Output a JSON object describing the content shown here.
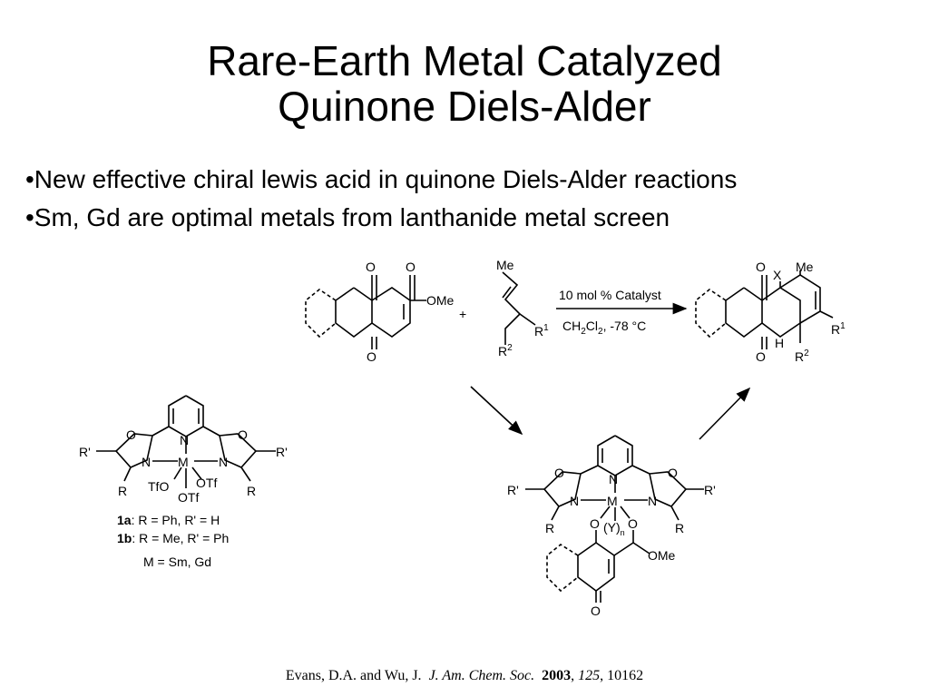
{
  "slide": {
    "title_line1": "Rare-Earth Metal Catalyzed",
    "title_line2": "Quinone Diels-Alder",
    "bullets": [
      "•New effective chiral lewis acid in quinone Diels-Alder reactions",
      "•Sm, Gd are optimal metals from lanthanide metal screen"
    ]
  },
  "reaction": {
    "reagent": "10 mol % Catalyst",
    "conditions": "CH2Cl2, -78 °C",
    "plus": "+"
  },
  "labels": {
    "O": "O",
    "OMe": "OMe",
    "Me": "Me",
    "R": "R",
    "R1": "R1",
    "R2": "R2",
    "X": "X",
    "H": "H",
    "N": "N",
    "M": "M",
    "Rp": "R'",
    "TfO": "TfO",
    "OTf": "OTf",
    "Yn": "(Y)n"
  },
  "legend": {
    "a_key": "1a",
    "a_text": ": R = Ph, R' = H",
    "b_key": "1b",
    "b_text": ": R = Me, R' = Ph",
    "metals": "M = Sm, Gd"
  },
  "citation": {
    "authors": "Evans, D.A. and Wu, J.",
    "journal": "J. Am. Chem. Soc.",
    "year": "2003",
    "volume": "125",
    "page": ", 10162"
  }
}
